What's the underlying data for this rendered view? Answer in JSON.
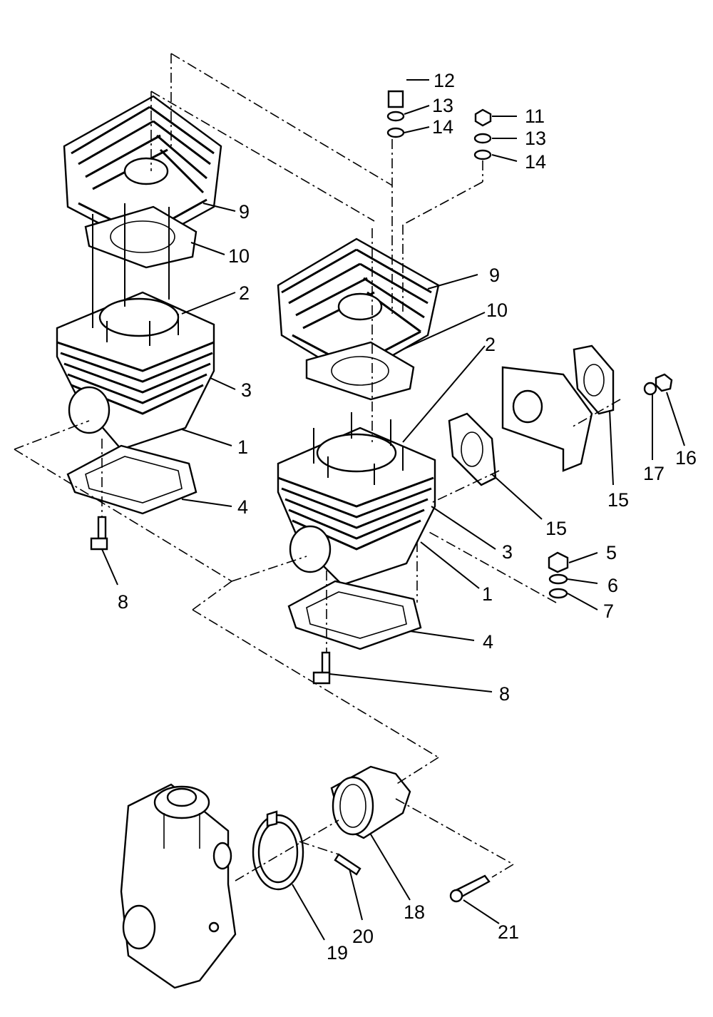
{
  "labels": {
    "l1a": "1",
    "l1b": "1",
    "l2a": "2",
    "l2b": "2",
    "l3a": "3",
    "l3b": "3",
    "l4a": "4",
    "l4b": "4",
    "l5": "5",
    "l6": "6",
    "l7": "7",
    "l8a": "8",
    "l8b": "8",
    "l9a": "9",
    "l9b": "9",
    "l10a": "10",
    "l10b": "10",
    "l11": "11",
    "l12": "12",
    "l13a": "13",
    "l13b": "13",
    "l14a": "14",
    "l14b": "14",
    "l15a": "15",
    "l15b": "15",
    "l16": "16",
    "l17": "17",
    "l18": "18",
    "l19": "19",
    "l20": "20",
    "l21": "21"
  }
}
